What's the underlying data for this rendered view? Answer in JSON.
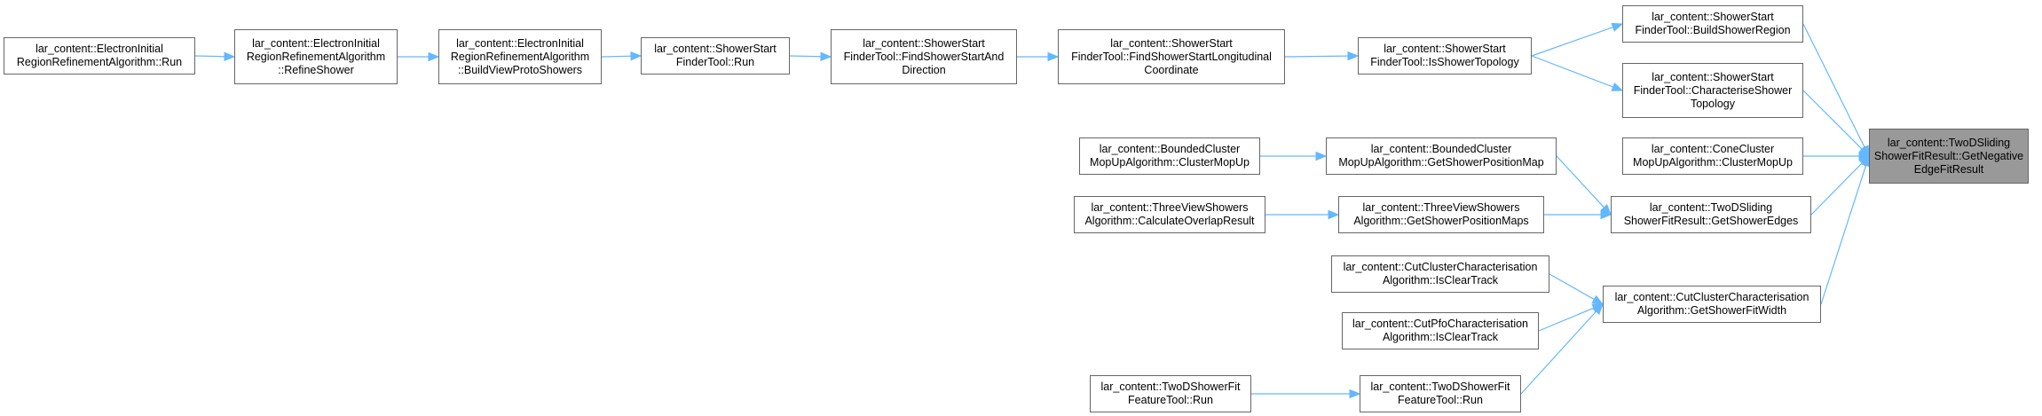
{
  "graph": {
    "colors": {
      "edge": "#63b8ff",
      "node_border": "#666666",
      "root_fill": "#999999",
      "node_fill": "#ffffff"
    },
    "nodes": {
      "root": {
        "lines": [
          "lar_content::TwoDSliding",
          "ShowerFitResult::GetNegative",
          "EdgeFitResult"
        ]
      },
      "buildShowerRegion": {
        "lines": [
          "lar_content::ShowerStart",
          "FinderTool::BuildShowerRegion"
        ]
      },
      "characteriseTopology": {
        "lines": [
          "lar_content::ShowerStart",
          "FinderTool::CharacteriseShower",
          "Topology"
        ]
      },
      "coneClusterMopUp": {
        "lines": [
          "lar_content::ConeCluster",
          "MopUpAlgorithm::ClusterMopUp"
        ]
      },
      "getShowerEdges": {
        "lines": [
          "lar_content::TwoDSliding",
          "ShowerFitResult::GetShowerEdges"
        ]
      },
      "getShowerFitWidth": {
        "lines": [
          "lar_content::CutClusterCharacterisation",
          "Algorithm::GetShowerFitWidth"
        ]
      },
      "isShowerTopology": {
        "lines": [
          "lar_content::ShowerStart",
          "FinderTool::IsShowerTopology"
        ]
      },
      "findLongitudinal": {
        "lines": [
          "lar_content::ShowerStart",
          "FinderTool::FindShowerStartLongitudinal",
          "Coordinate"
        ]
      },
      "findStartAndDirection": {
        "lines": [
          "lar_content::ShowerStart",
          "FinderTool::FindShowerStartAnd",
          "Direction"
        ]
      },
      "finderRun": {
        "lines": [
          "lar_content::ShowerStart",
          "FinderTool::Run"
        ]
      },
      "buildViewProtoShowers": {
        "lines": [
          "lar_content::ElectronInitial",
          "RegionRefinementAlgorithm",
          "::BuildViewProtoShowers"
        ]
      },
      "refineShower": {
        "lines": [
          "lar_content::ElectronInitial",
          "RegionRefinementAlgorithm",
          "::RefineShower"
        ]
      },
      "electronRun": {
        "lines": [
          "lar_content::ElectronInitial",
          "RegionRefinementAlgorithm::Run"
        ]
      },
      "getShowerPositionMap": {
        "lines": [
          "lar_content::BoundedCluster",
          "MopUpAlgorithm::GetShowerPositionMap"
        ]
      },
      "boundedClusterMopUp": {
        "lines": [
          "lar_content::BoundedCluster",
          "MopUpAlgorithm::ClusterMopUp"
        ]
      },
      "getShowerPositionMaps": {
        "lines": [
          "lar_content::ThreeViewShowers",
          "Algorithm::GetShowerPositionMaps"
        ]
      },
      "calculateOverlapResult": {
        "lines": [
          "lar_content::ThreeViewShowers",
          "Algorithm::CalculateOverlapResult"
        ]
      },
      "cutClusterIsClearTrack": {
        "lines": [
          "lar_content::CutClusterCharacterisation",
          "Algorithm::IsClearTrack"
        ]
      },
      "cutPfoIsClearTrack": {
        "lines": [
          "lar_content::CutPfoCharacterisation",
          "Algorithm::IsClearTrack"
        ]
      },
      "featureToolRun": {
        "lines": [
          "lar_content::TwoDShowerFit",
          "FeatureTool::Run"
        ]
      },
      "featureToolRun2": {
        "lines": [
          "lar_content::TwoDShowerFit",
          "FeatureTool::Run"
        ]
      }
    },
    "edges": [
      [
        "buildShowerRegion",
        "root"
      ],
      [
        "characteriseTopology",
        "root"
      ],
      [
        "coneClusterMopUp",
        "root"
      ],
      [
        "getShowerEdges",
        "root"
      ],
      [
        "getShowerFitWidth",
        "root"
      ],
      [
        "isShowerTopology",
        "buildShowerRegion"
      ],
      [
        "isShowerTopology",
        "characteriseTopology"
      ],
      [
        "findLongitudinal",
        "isShowerTopology"
      ],
      [
        "findStartAndDirection",
        "findLongitudinal"
      ],
      [
        "finderRun",
        "findStartAndDirection"
      ],
      [
        "buildViewProtoShowers",
        "finderRun"
      ],
      [
        "refineShower",
        "buildViewProtoShowers"
      ],
      [
        "electronRun",
        "refineShower"
      ],
      [
        "getShowerPositionMap",
        "getShowerEdges"
      ],
      [
        "boundedClusterMopUp",
        "getShowerPositionMap"
      ],
      [
        "getShowerPositionMaps",
        "getShowerEdges"
      ],
      [
        "calculateOverlapResult",
        "getShowerPositionMaps"
      ],
      [
        "cutClusterIsClearTrack",
        "getShowerFitWidth"
      ],
      [
        "cutPfoIsClearTrack",
        "getShowerFitWidth"
      ],
      [
        "featureToolRun",
        "getShowerFitWidth"
      ],
      [
        "featureToolRun2",
        "featureToolRun"
      ]
    ]
  }
}
